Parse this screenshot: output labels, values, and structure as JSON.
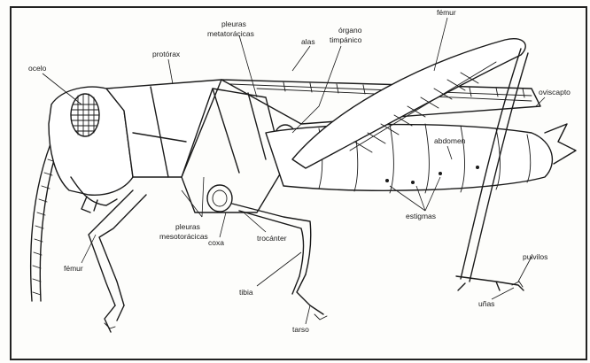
{
  "labels": {
    "ocelo": "ocelo",
    "protorax": "protórax",
    "pleuras_metatoracicas": [
      "pleuras",
      "metatorácicas"
    ],
    "alas": "alas",
    "organo_timpanico": [
      "órgano",
      "timpánico"
    ],
    "femur_hind": "fémur",
    "oviscapto": "oviscapto",
    "abdomen": "abdomen",
    "estigmas": "estigmas",
    "pleuras_mesotoracicas": [
      "pleuras",
      "mesotorácicas"
    ],
    "coxa": "coxa",
    "trocanter": "trocánter",
    "femur_front": "fémur",
    "tibia": "tibia",
    "tarso": "tarso",
    "pulvilos": "pulvilos",
    "unas": "uñas"
  },
  "colors": {
    "ink": "#1a1a1a",
    "paper": "#fdfdfb",
    "border": "#222222"
  }
}
